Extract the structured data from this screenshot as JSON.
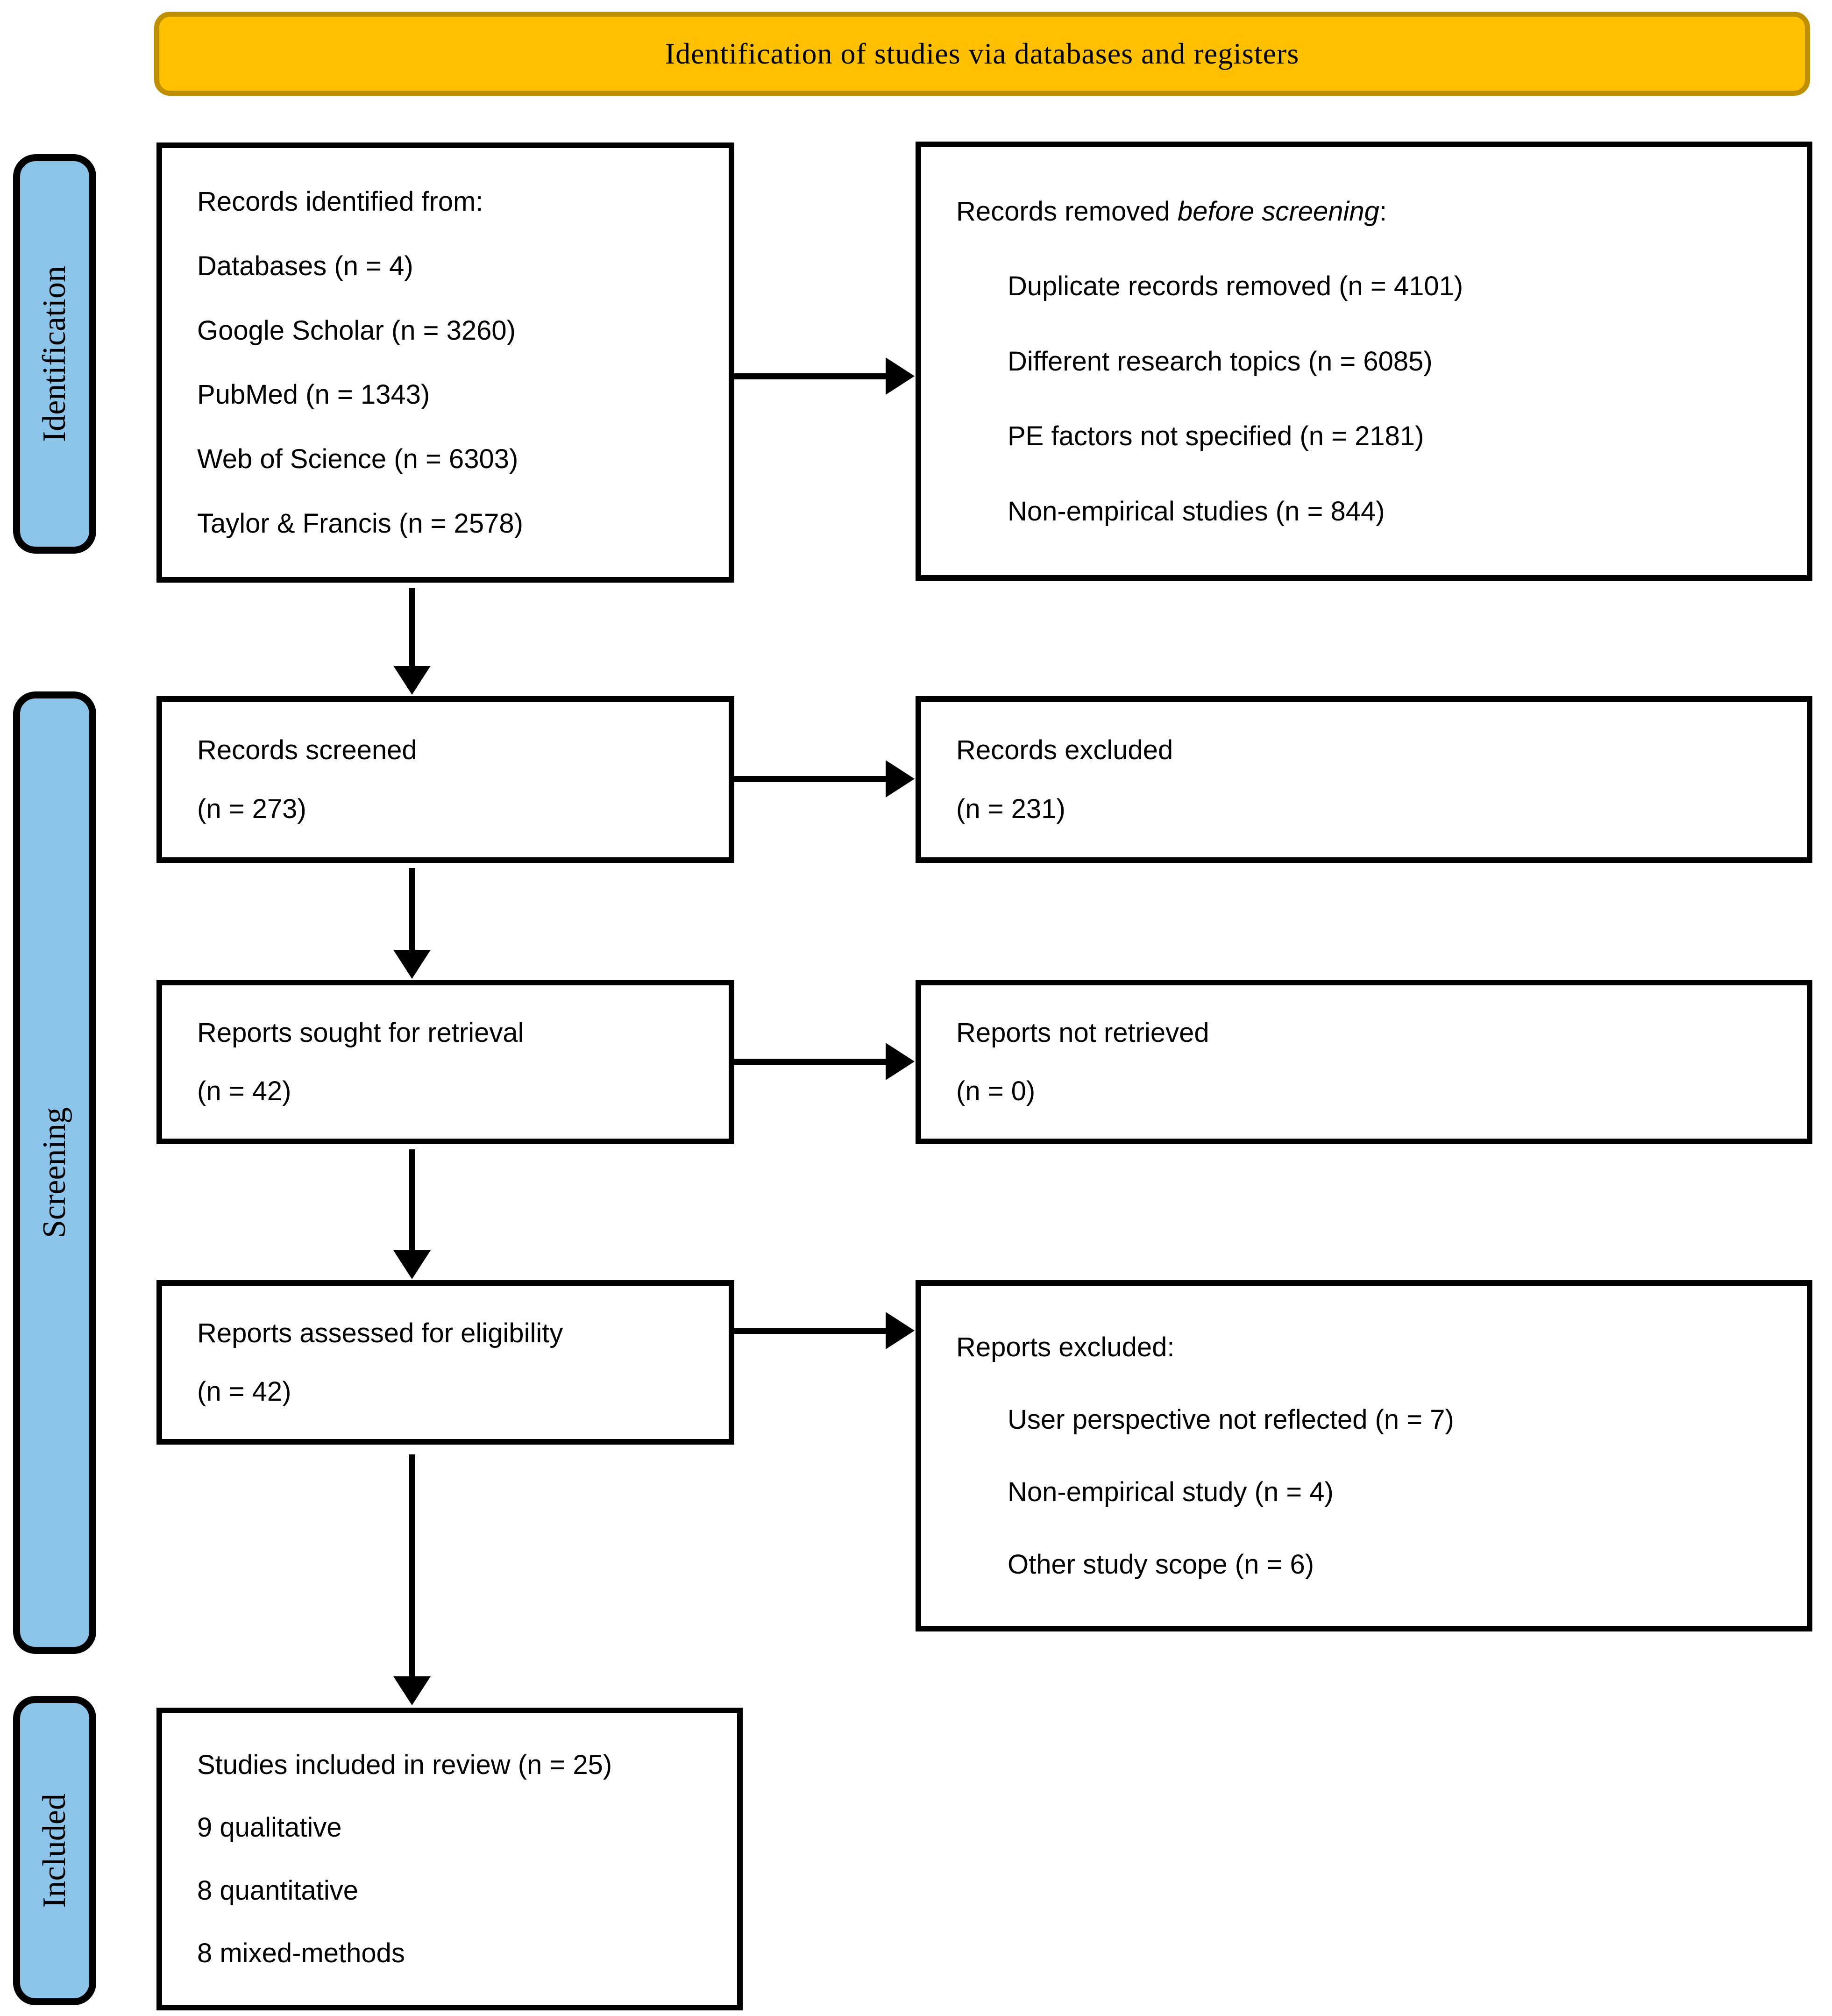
{
  "title": "PRISMA flow diagram",
  "colors": {
    "banner_fill": "#FFC000",
    "banner_border": "#BE8F00",
    "sidebar_fill": "#8CC3E8",
    "box_border": "#000000",
    "arrow": "#000000",
    "text": "#000000"
  },
  "banner": {
    "title": "Identification of studies via databases and registers"
  },
  "sidebars": [
    {
      "label": "Identification"
    },
    {
      "label": "Screening"
    },
    {
      "label": "Included"
    }
  ],
  "boxes": {
    "records_identified": {
      "lines": [
        "Records identified from:",
        "Databases (n = 4)",
        "Google Scholar (n = 3260)",
        "PubMed (n = 1343)",
        "Web of Science (n = 6303)",
        "Taylor & Francis (n = 2578)"
      ]
    },
    "records_removed": {
      "header_prefix": "Records removed ",
      "header_italic": "before screening",
      "header_suffix": ":",
      "items": [
        "Duplicate records removed (n = 4101)",
        "Different research topics (n = 6085)",
        "PE factors not specified (n = 2181)",
        "Non-empirical studies (n = 844)"
      ]
    },
    "records_screened": {
      "lines": [
        "Records screened",
        "(n = 273)"
      ]
    },
    "records_excluded": {
      "lines": [
        "Records excluded",
        "(n = 231)"
      ]
    },
    "reports_sought": {
      "lines": [
        "Reports sought for retrieval",
        "(n = 42)"
      ]
    },
    "reports_not_retrieved": {
      "lines": [
        "Reports not retrieved",
        "(n = 0)"
      ]
    },
    "reports_assessed": {
      "lines": [
        "Reports assessed for eligibility",
        "(n = 42)"
      ]
    },
    "reports_excluded": {
      "header": "Reports excluded:",
      "items": [
        "User perspective not reflected (n = 7)",
        "Non-empirical study (n = 4)",
        "Other study scope (n = 6)"
      ]
    },
    "studies_included": {
      "lines": [
        "Studies included in review (n = 25)",
        "9 qualitative",
        "8 quantitative",
        "8 mixed-methods"
      ]
    }
  }
}
